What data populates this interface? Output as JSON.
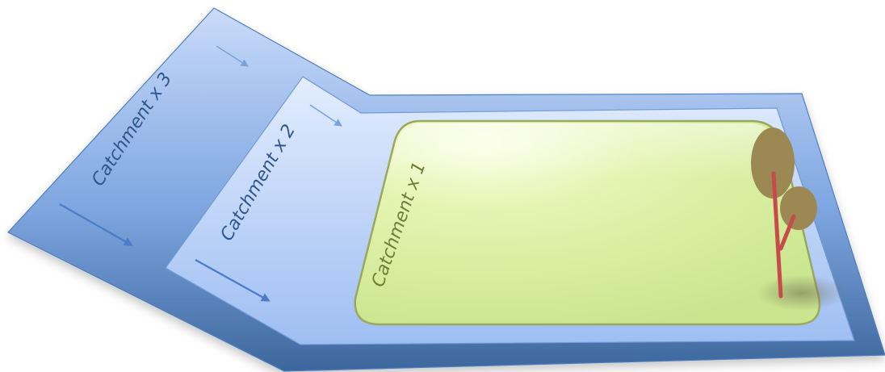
{
  "diagram": {
    "regions": [
      {
        "id": "catchment-x3",
        "label": "Catchment x 3"
      },
      {
        "id": "catchment-x2",
        "label": "Catchment x 2"
      },
      {
        "id": "catchment-x1",
        "label": "Catchment x 1"
      }
    ]
  },
  "colors": {
    "outer_light": "#c9dbfa",
    "outer_dark": "#3c679c",
    "outer_stroke": "#4f7fc0",
    "middle_light": "#dde9fd",
    "middle_dark": "#9ebef2",
    "inner_light": "#f6fcd9",
    "inner_dark": "#c9e58e",
    "inner_stroke": "#9aa85e",
    "text_blue": "#2f578d",
    "text_green": "#6f7d36",
    "arrow": "#4a7cc7",
    "tree_canopy": "#9b8852",
    "tree_trunk": "#c84b4b"
  }
}
